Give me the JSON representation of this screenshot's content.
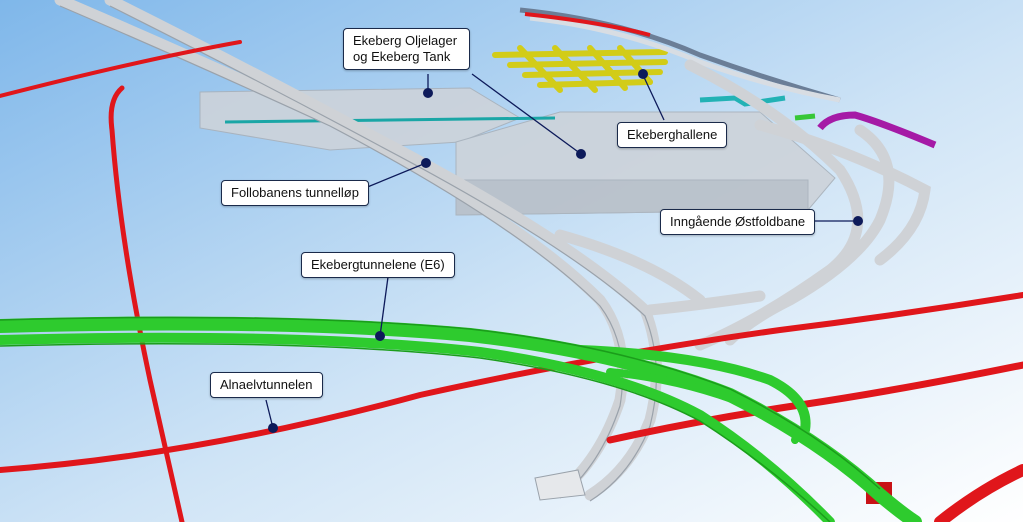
{
  "labels": {
    "oljelager_line1": "Ekeberg Oljelager",
    "oljelager_line2": "og Ekeberg Tank",
    "ekeberghallene": "Ekeberghallene",
    "follobanen": "Follobanens tunnelløp",
    "ostfoldbane": "Inngående Østfoldbane",
    "ekebergtunnelene": "Ekebergtunnelene (E6)",
    "alnaelvtunnelen": "Alnaelvtunnelen"
  },
  "colors": {
    "sky_top": "#8fc3ee",
    "sky_bottom": "#ffffff",
    "tunnel_red": "#e0161b",
    "tunnel_green": "#2ecb2e",
    "tunnel_grey": "#cfd2d6",
    "hall_yellow": "#e3dd2a",
    "cavern_grey": "#c9d0d8",
    "teal": "#1aa6a6",
    "magenta": "#a21aa6",
    "marker_navy": "#0d1a5a"
  }
}
